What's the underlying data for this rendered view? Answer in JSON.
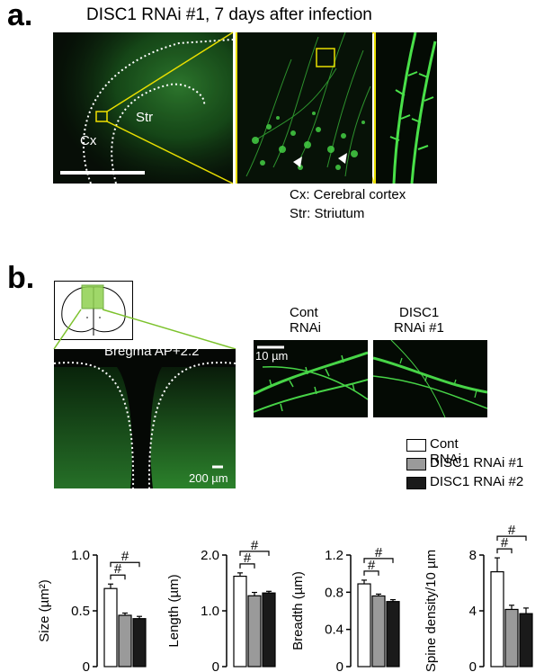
{
  "panel_a": {
    "letter": "a.",
    "title": "DISC1 RNAi #1, 7 days after infection",
    "label_cx": "Cx",
    "label_str": "Str",
    "legend_cx": "Cx: Cerebral cortex",
    "legend_str": "Str: Striutum"
  },
  "panel_b": {
    "letter": "b.",
    "bregma": "Bregma AP+2.2",
    "scale_200": "200 µm",
    "scale_10": "10 µm",
    "cont_label_1": "Cont",
    "cont_label_2": "RNAi",
    "disc_label_1": "DISC1",
    "disc_label_2": "RNAi #1"
  },
  "legend": {
    "items": [
      {
        "label": "Cont RNAi",
        "color": "#ffffff"
      },
      {
        "label": "DISC1 RNAi #1",
        "color": "#9a9a9a"
      },
      {
        "label": "DISC1 RNAi #2",
        "color": "#1a1a1a"
      }
    ]
  },
  "colors": {
    "green": "#3fd63f",
    "bar_white": "#ffffff",
    "bar_gray": "#9a9a9a",
    "bar_black": "#1a1a1a"
  },
  "chart_data": [
    {
      "type": "bar",
      "ylabel": "Size (µm²)",
      "ylim": [
        0,
        1.0
      ],
      "yticks": [
        "0",
        "0.5",
        "1.0"
      ],
      "tick_values": [
        0,
        0.5,
        1.0
      ],
      "series": [
        {
          "name": "Cont RNAi",
          "value": 0.7,
          "error": 0.04
        },
        {
          "name": "DISC1 RNAi #1",
          "value": 0.46,
          "error": 0.02
        },
        {
          "name": "DISC1 RNAi #2",
          "value": 0.43,
          "error": 0.02
        }
      ],
      "significance": [
        "#",
        "#"
      ]
    },
    {
      "type": "bar",
      "ylabel": "Length (µm)",
      "ylim": [
        0,
        2.0
      ],
      "yticks": [
        "0",
        "1.0",
        "2.0"
      ],
      "tick_values": [
        0,
        1.0,
        2.0
      ],
      "series": [
        {
          "name": "Cont RNAi",
          "value": 1.62,
          "error": 0.06
        },
        {
          "name": "DISC1 RNAi #1",
          "value": 1.27,
          "error": 0.06
        },
        {
          "name": "DISC1 RNAi #2",
          "value": 1.32,
          "error": 0.03
        }
      ],
      "significance": [
        "#",
        "#"
      ]
    },
    {
      "type": "bar",
      "ylabel": "Breadth (µm)",
      "ylim": [
        0,
        1.2
      ],
      "yticks": [
        "0",
        "0.4",
        "0.8",
        "1.2"
      ],
      "tick_values": [
        0,
        0.4,
        0.8,
        1.2
      ],
      "series": [
        {
          "name": "Cont RNAi",
          "value": 0.89,
          "error": 0.04
        },
        {
          "name": "DISC1 RNAi #1",
          "value": 0.76,
          "error": 0.02
        },
        {
          "name": "DISC1 RNAi #2",
          "value": 0.7,
          "error": 0.02
        }
      ],
      "significance": [
        "#",
        "#"
      ]
    },
    {
      "type": "bar",
      "ylabel": "Spine density/10 µm",
      "ylim": [
        0,
        8
      ],
      "yticks": [
        "0",
        "4",
        "8"
      ],
      "tick_values": [
        0,
        4,
        8
      ],
      "series": [
        {
          "name": "Cont RNAi",
          "value": 6.8,
          "error": 1.0
        },
        {
          "name": "DISC1 RNAi #1",
          "value": 4.1,
          "error": 0.3
        },
        {
          "name": "DISC1 RNAi #2",
          "value": 3.8,
          "error": 0.4
        }
      ],
      "significance": [
        "#",
        "#"
      ]
    }
  ]
}
